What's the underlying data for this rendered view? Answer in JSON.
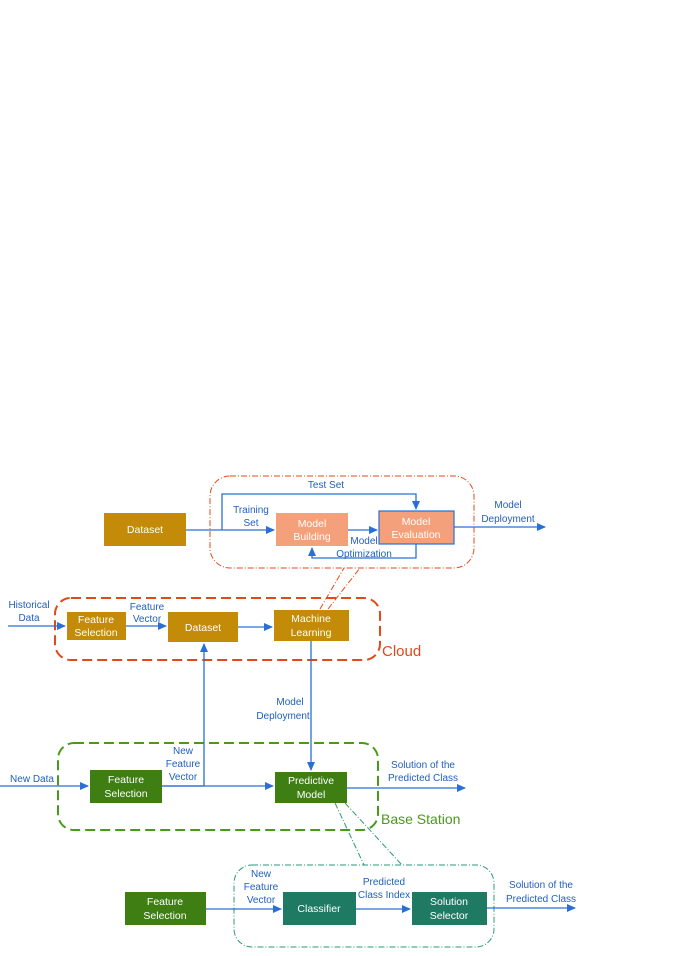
{
  "colors": {
    "gold": "#c38b07",
    "salmon": "#f4a07a",
    "green_dark": "#3e7e12",
    "teal": "#1f7a63",
    "arrow_blue": "#2a6fd6",
    "cloud_red": "#e04a1a",
    "base_green": "#4a9a1a",
    "teal_outline": "#2a9a7a"
  },
  "top": {
    "dataset_box": "Dataset",
    "model_building_box": [
      "Model",
      "Building"
    ],
    "model_evaluation_box": [
      "Model",
      "Evaluation"
    ],
    "test_set_label": "Test Set",
    "training_set_label": [
      "Training",
      "Set"
    ],
    "model_optimization_label": [
      "Model",
      "Optimization"
    ],
    "model_deployment_label": [
      "Model",
      "Deployment"
    ]
  },
  "cloud": {
    "region_label": "Cloud",
    "historical_data_label": [
      "Historical",
      "Data"
    ],
    "feature_selection_box": [
      "Feature",
      "Selection"
    ],
    "feature_vector_label": [
      "Feature",
      "Vector"
    ],
    "dataset_box": "Dataset",
    "machine_learning_box": [
      "Machine",
      "Learning"
    ]
  },
  "middle": {
    "model_deployment_label": [
      "Model",
      "Deployment"
    ]
  },
  "base": {
    "region_label": "Base Station",
    "new_data_label": "New Data",
    "feature_selection_box": [
      "Feature",
      "Selection"
    ],
    "new_feature_vector_label": [
      "New",
      "Feature",
      "Vector"
    ],
    "predictive_model_box": [
      "Predictive",
      "Model"
    ],
    "solution_label": [
      "Solution of the",
      "Predicted Class"
    ]
  },
  "bottom": {
    "feature_selection_box": [
      "Feature",
      "Selection"
    ],
    "new_feature_vector_label": [
      "New",
      "Feature",
      "Vector"
    ],
    "classifier_box": "Classifier",
    "predicted_class_index_label": [
      "Predicted",
      "Class Index"
    ],
    "solution_selector_box": [
      "Solution",
      "Selector"
    ],
    "solution_label": [
      "Solution of the",
      "Predicted Class"
    ]
  }
}
